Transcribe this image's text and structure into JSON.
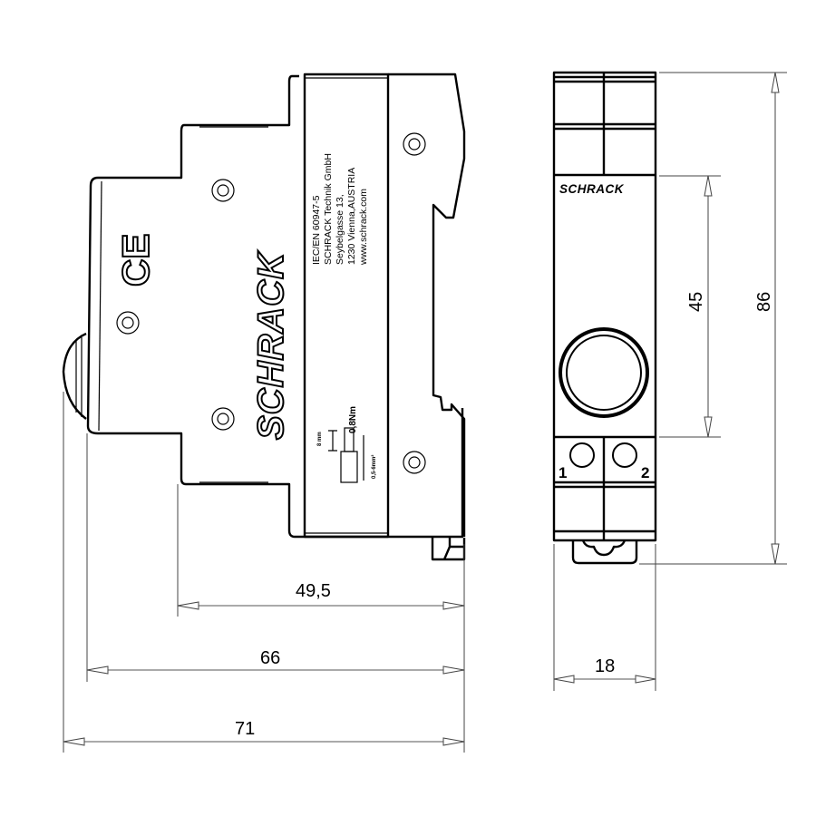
{
  "drawing": {
    "title": "SCHRACK modular device dimension drawing",
    "side_view": {
      "brand_logo": "SCHRACK",
      "ce_mark": "CE",
      "label_lines": [
        "IEC/EN 60947-5",
        "SCHRACK Technik GmbH",
        "Seybelgasse 13,",
        "1230 Vienna,AUSTRIA",
        "www.schrack.com"
      ],
      "torque": "0,8Nm",
      "strip_length": "8 mm",
      "wire_cross_section": "0,5-6mm²"
    },
    "front_view": {
      "brand_logo": "SCHRACK",
      "terminal_1": "1",
      "terminal_2": "2"
    },
    "dimensions": {
      "width_49_5": "49,5",
      "width_66": "66",
      "width_71": "71",
      "front_width": "18",
      "height_45": "45",
      "height_86": "86"
    },
    "colors": {
      "line": "#000000",
      "dimension_line": "#555555",
      "background": "#ffffff"
    }
  }
}
